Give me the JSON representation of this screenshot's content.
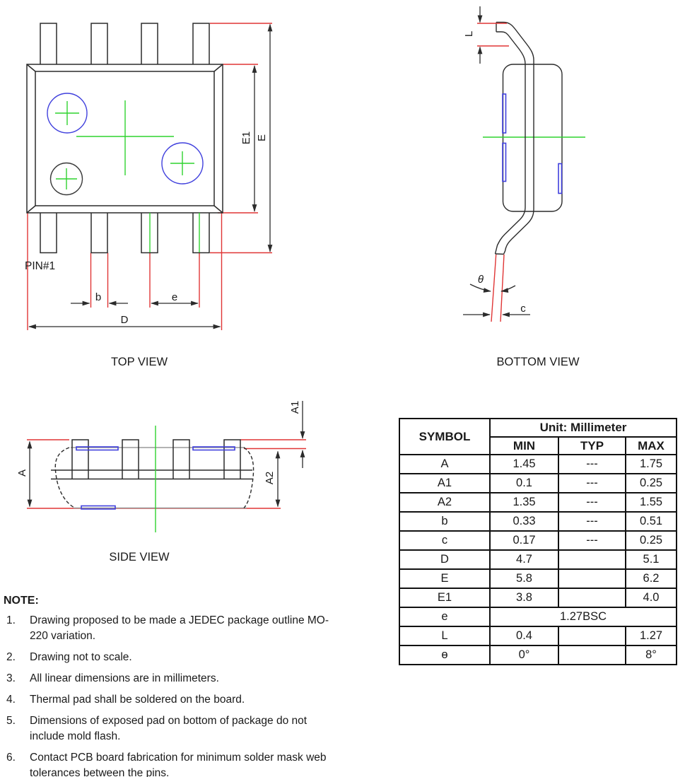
{
  "views": {
    "top": {
      "caption": "TOP VIEW",
      "pin1": "PIN#1",
      "dims": {
        "E1": "E1",
        "E": "E",
        "b": "b",
        "e": "e",
        "D": "D"
      }
    },
    "bottom": {
      "caption": "BOTTOM VIEW",
      "dims": {
        "L": "L",
        "theta": "θ",
        "c": "c"
      }
    },
    "side": {
      "caption": "SIDE VIEW",
      "dims": {
        "A": "A",
        "A1": "A1",
        "A2": "A2"
      }
    }
  },
  "table": {
    "symbol_header": "SYMBOL",
    "unit_header": "Unit: Millimeter",
    "columns": [
      "MIN",
      "TYP",
      "MAX"
    ],
    "rows": [
      {
        "symbol": "A",
        "min": "1.45",
        "typ": "---",
        "max": "1.75"
      },
      {
        "symbol": "A1",
        "min": "0.1",
        "typ": "---",
        "max": "0.25"
      },
      {
        "symbol": "A2",
        "min": "1.35",
        "typ": "---",
        "max": "1.55"
      },
      {
        "symbol": "b",
        "min": "0.33",
        "typ": "---",
        "max": "0.51"
      },
      {
        "symbol": "c",
        "min": "0.17",
        "typ": "---",
        "max": "0.25"
      },
      {
        "symbol": "D",
        "min": "4.7",
        "typ": "",
        "max": "5.1"
      },
      {
        "symbol": "E",
        "min": "5.8",
        "typ": "",
        "max": "6.2"
      },
      {
        "symbol": "E1",
        "min": "3.8",
        "typ": "",
        "max": "4.0"
      },
      {
        "symbol": "e",
        "span": "1.27BSC"
      },
      {
        "symbol": "L",
        "min": "0.4",
        "typ": "",
        "max": "1.27"
      },
      {
        "symbol": "ɵ",
        "min": "0°",
        "typ": "",
        "max": "8°"
      }
    ]
  },
  "notes": {
    "title": "NOTE:",
    "items": [
      {
        "num": "1.",
        "text": "Drawing proposed to be made a JEDEC package outline MO-\n220 variation."
      },
      {
        "num": "2.",
        "text": "Drawing not to scale."
      },
      {
        "num": "3.",
        "text": "All linear dimensions are in millimeters."
      },
      {
        "num": "4.",
        "text": "Thermal pad shall be soldered on the board."
      },
      {
        "num": "5.",
        "text": "Dimensions of exposed pad on bottom of package do not\ninclude mold flash."
      },
      {
        "num": "6.",
        "text": "Contact PCB board fabrication for minimum solder mask web\ntolerances between the pins."
      }
    ]
  },
  "colors": {
    "line": "#2b2b2b",
    "red": "#e03535",
    "green": "#2fd32f",
    "blue": "#4040dd",
    "gray_edge": "#9a9a9a"
  }
}
